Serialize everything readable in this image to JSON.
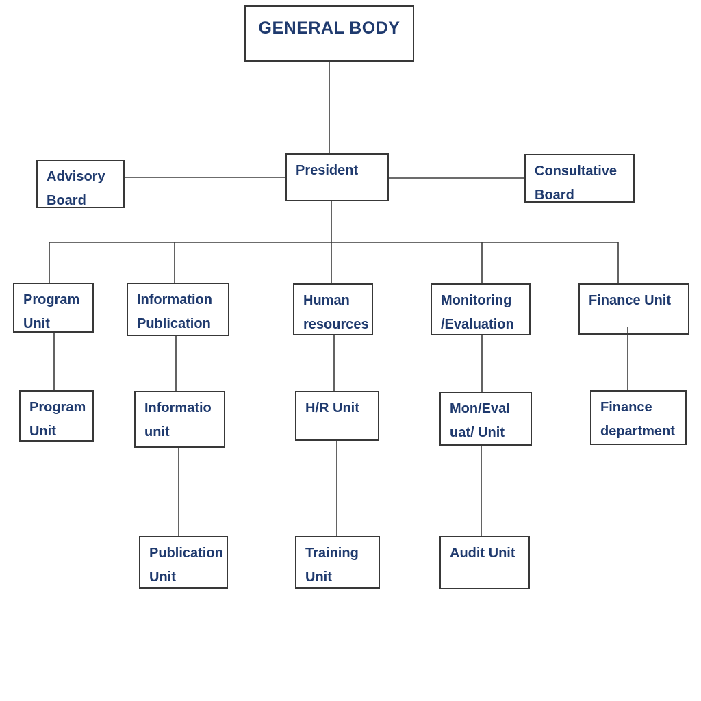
{
  "diagram": {
    "type": "org-chart",
    "colors": {
      "text": "#1f3a6e",
      "box_border": "#383838",
      "connector": "#3c3c3c",
      "background": "#ffffff"
    },
    "nodes": {
      "general_body": {
        "label": "GENERAL BODY"
      },
      "president": {
        "label": "President"
      },
      "advisory_board": {
        "line1": "Advisory",
        "line2": "Board"
      },
      "consultative_board": {
        "line1": "Consultative",
        "line2": "Board"
      },
      "program_unit": {
        "line1": "Program",
        "line2": "Unit"
      },
      "information_publication": {
        "line1": "Information",
        "line2": "Publication"
      },
      "human_resources": {
        "line1": "Human",
        "line2": "resources"
      },
      "monitoring_evaluation": {
        "line1": "Monitoring",
        "line2": "/Evaluation"
      },
      "finance_unit": {
        "label": "Finance Unit"
      },
      "program_unit_sub": {
        "line1": "Program",
        "line2": "Unit"
      },
      "informatio_unit": {
        "line1": "Informatio",
        "line2": "unit"
      },
      "hr_unit": {
        "label": "H/R Unit"
      },
      "mon_eval_unit": {
        "line1": "Mon/Eval",
        "line2": "uat/ Unit"
      },
      "finance_department": {
        "line1": "Finance",
        "line2": "department"
      },
      "publication_unit": {
        "line1": "Publication",
        "line2": "Unit"
      },
      "training_unit": {
        "line1": "Training",
        "line2": "Unit"
      },
      "audit_unit": {
        "label": "Audit Unit"
      }
    },
    "edges": [
      {
        "from": "GENERAL BODY",
        "to": "President"
      },
      {
        "from": "Advisory Board",
        "to": "President"
      },
      {
        "from": "President",
        "to": "Consultative Board"
      },
      {
        "from": "President",
        "to": "Program Unit"
      },
      {
        "from": "President",
        "to": "Information Publication"
      },
      {
        "from": "President",
        "to": "Human resources"
      },
      {
        "from": "President",
        "to": "Monitoring /Evaluation"
      },
      {
        "from": "President",
        "to": "Finance Unit"
      },
      {
        "from": "Program Unit",
        "to": "Program Unit"
      },
      {
        "from": "Information Publication",
        "to": "Informatio unit"
      },
      {
        "from": "Human resources",
        "to": "H/R Unit"
      },
      {
        "from": "Monitoring /Evaluation",
        "to": "Mon/Eval uat/ Unit"
      },
      {
        "from": "Finance Unit",
        "to": "Finance department"
      },
      {
        "from": "Informatio unit",
        "to": "Publication Unit"
      },
      {
        "from": "H/R Unit",
        "to": "Training Unit"
      },
      {
        "from": "Mon/Eval uat/ Unit",
        "to": "Audit Unit"
      }
    ]
  }
}
